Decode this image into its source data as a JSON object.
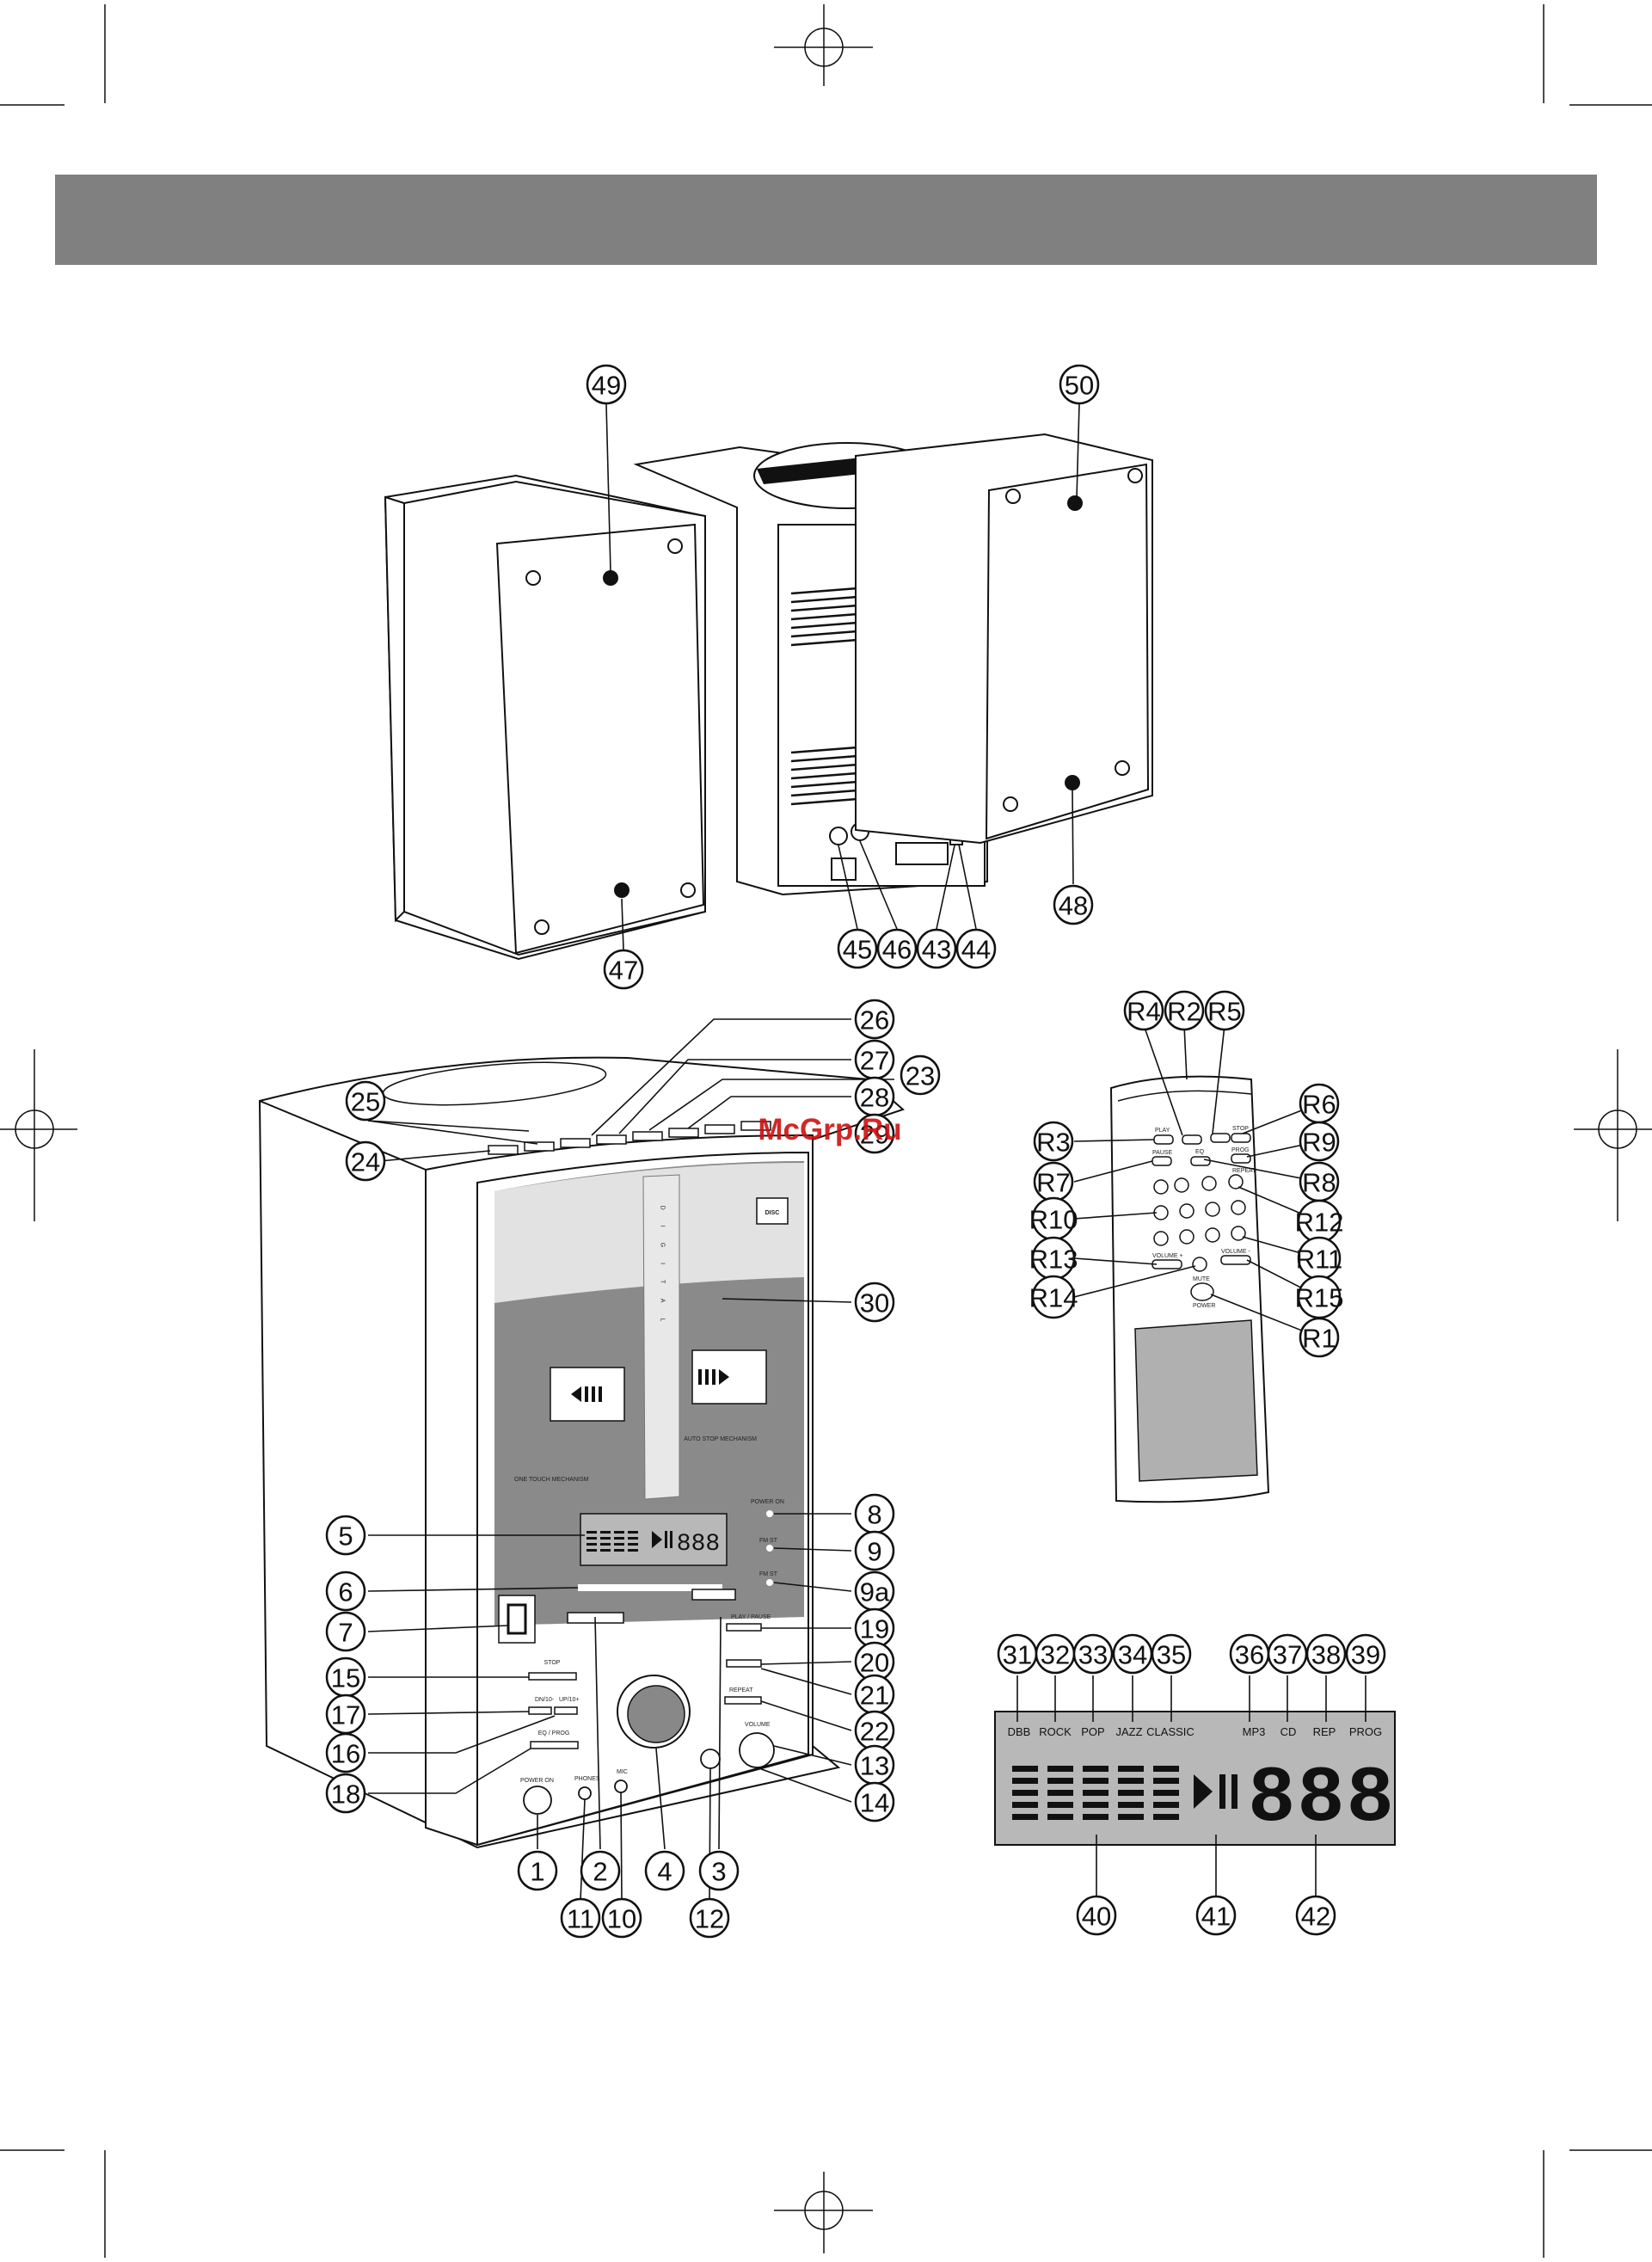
{
  "watermark": "McGrp.Ru",
  "colors": {
    "banner": "#808080",
    "panel": "#8a8a8a",
    "lcd": "#b8b8b8",
    "watermark": "#cc1111"
  },
  "back_callouts": [
    "49",
    "50",
    "47",
    "48",
    "45",
    "46",
    "43",
    "44"
  ],
  "front_callouts": [
    "26",
    "27",
    "23",
    "28",
    "29",
    "25",
    "24",
    "30",
    "5",
    "6",
    "7",
    "8",
    "9",
    "9a",
    "15",
    "17",
    "16",
    "18",
    "19",
    "20",
    "21",
    "22",
    "13",
    "14",
    "1",
    "2",
    "4",
    "3",
    "11",
    "10",
    "12"
  ],
  "remote_callouts": [
    "R4",
    "R2",
    "R5",
    "R6",
    "R3",
    "R9",
    "R7",
    "R8",
    "R12",
    "R10",
    "R11",
    "R13",
    "R15",
    "R14",
    "R1"
  ],
  "lcd_callouts": [
    "31",
    "32",
    "33",
    "34",
    "35",
    "36",
    "37",
    "38",
    "39",
    "40",
    "41",
    "42"
  ],
  "device_labels": {
    "power_on": "POWER ON",
    "fm_st": "FM ST",
    "play_pause": "PLAY / PAUSE",
    "stop": "STOP",
    "repeat": "REPEAT",
    "volume": "VOLUME",
    "eq_prog": "EQ / PROG",
    "dn10": "DN/10-",
    "up10": "UP/10+",
    "phones": "PHONES",
    "mic": "MIC",
    "digital": "DIGITAL",
    "display_digits": "888",
    "auto_stop": "AUTO STOP MECHANISM",
    "one_touch": "ONE TOUCH MECHANISM"
  },
  "remote_labels": {
    "play": "PLAY",
    "stop": "STOP",
    "pause": "PAUSE",
    "prog": "PROG",
    "volume_plus": "VOLUME +",
    "volume_minus": "VOLUME -",
    "mute": "MUTE",
    "repeat": "REPEAT",
    "power": "POWER",
    "eq": "EQ"
  },
  "lcd": {
    "labels": [
      "DBB",
      "ROCK",
      "POP",
      "JAZZ",
      "CLASSIC",
      "MP3",
      "CD",
      "REP",
      "PROG"
    ],
    "digits": "888"
  }
}
